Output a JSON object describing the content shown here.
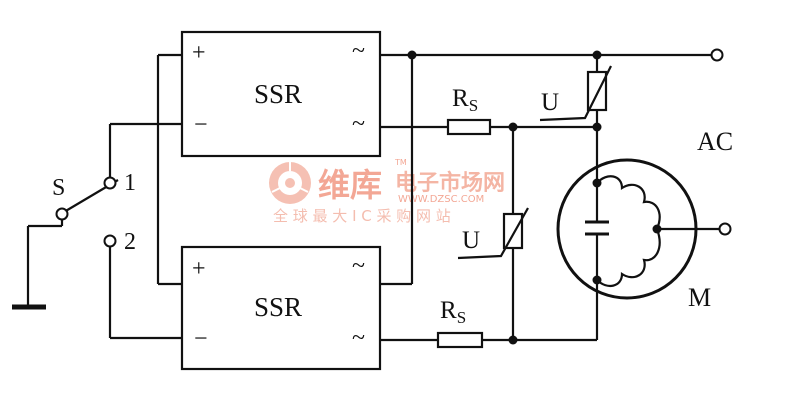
{
  "components": {
    "ssr_top": {
      "label": "SSR",
      "plus": "+",
      "minus": "−",
      "ac1": "~",
      "ac2": "~"
    },
    "ssr_bottom": {
      "label": "SSR",
      "plus": "+",
      "minus": "−",
      "ac1": "~",
      "ac2": "~"
    },
    "switch": {
      "label": "S",
      "pos1": "1",
      "pos2": "2"
    },
    "resistor_top": {
      "label": "R",
      "sub": "S"
    },
    "resistor_bottom": {
      "label": "R",
      "sub": "S"
    },
    "varistor_top": {
      "label": "U"
    },
    "varistor_mid": {
      "label": "U"
    },
    "supply": {
      "label": "AC"
    },
    "motor": {
      "label": "M"
    }
  },
  "watermark": {
    "title": "维库",
    "site": "电子市场网",
    "url": "WWW.DZSC.COM",
    "tagline": "全 球 最 大 I C 采 购 网 站",
    "tm": "TM",
    "color": "#f1a090"
  }
}
